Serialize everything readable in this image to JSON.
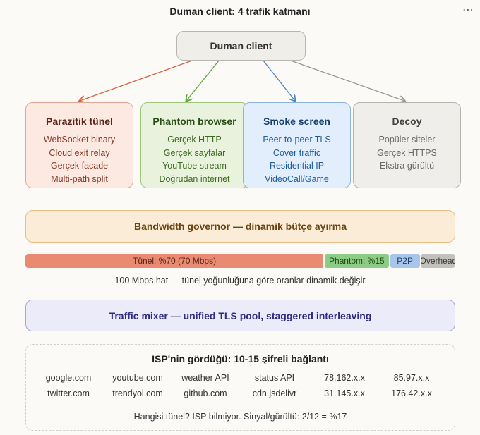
{
  "title": "Duman client: 4 trafik katmanı",
  "menu_icon": "more-dots-icon",
  "root": "Duman client",
  "layers": [
    {
      "title": "Parazitik tünel",
      "items": [
        "WebSocket binary",
        "Cloud exit relay",
        "Gerçek facade",
        "Multi-path split"
      ],
      "color": "#d9603f"
    },
    {
      "title": "Phantom browser",
      "items": [
        "Gerçek HTTP",
        "Gerçek sayfalar",
        "YouTube stream",
        "Doğrudan internet"
      ],
      "color": "#5aa83c"
    },
    {
      "title": "Smoke screen",
      "items": [
        "Peer-to-peer TLS",
        "Cover traffic",
        "Residential IP",
        "VideoCall/Game"
      ],
      "color": "#4a87c4"
    },
    {
      "title": "Decoy",
      "items": [
        "Popüler siteler",
        "Gerçek HTTPS",
        "Ekstra gürültü"
      ],
      "color": "#9a9890"
    }
  ],
  "governor": "Bandwidth governor — dinamik bütçe ayırma",
  "bandwidth": {
    "segments": [
      {
        "label": "Tünel: %70 (70 Mbps)",
        "share": 70
      },
      {
        "label": "Phantom: %15",
        "share": 15
      },
      {
        "label": "P2P",
        "share": 7
      },
      {
        "label": "Overhead",
        "share": 8
      }
    ],
    "caption": "100 Mbps hat — tünel yoğunluğuna göre oranlar dinamik değişir"
  },
  "mixer": "Traffic mixer — unified TLS pool, staggered interleaving",
  "isp": {
    "title": "ISP'nin gördüğü: 10-15 şifreli bağlantı",
    "rows": [
      [
        "google.com",
        "youtube.com",
        "weather API",
        "status API",
        "78.162.x.x",
        "85.97.x.x"
      ],
      [
        "twitter.com",
        "trendyol.com",
        "github.com",
        "cdn.jsdelivr",
        "31.145.x.x",
        "176.42.x.x"
      ]
    ],
    "footer": "Hangisi tünel? ISP bilmiyor. Sinyal/gürültü: 2/12 = %17"
  }
}
